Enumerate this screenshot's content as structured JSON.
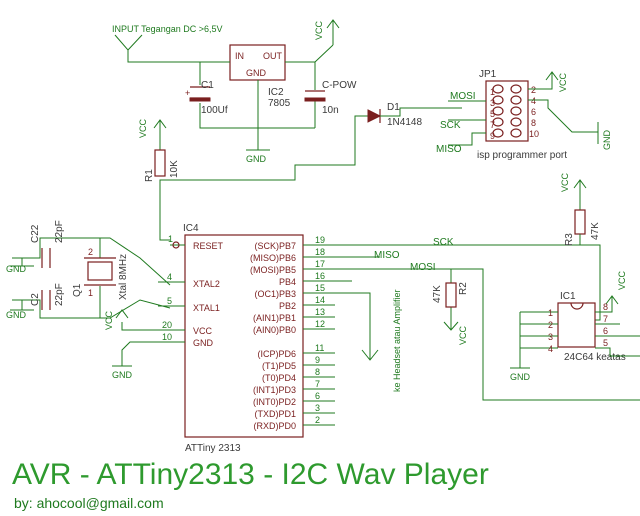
{
  "title": "AVR - ATTiny2313 - I2C Wav Player",
  "byline": "by: ahocool@gmail.com",
  "input_label": "INPUT  Tegangan DC  >6,5V",
  "power": {
    "vcc": "VCC",
    "gnd": "GND"
  },
  "regulator": {
    "name": "IC2",
    "value": "7805",
    "pin_in": "IN",
    "pin_out": "OUT",
    "pin_gnd": "GND"
  },
  "c1": {
    "name": "C1",
    "value": "100Uf"
  },
  "cpow": {
    "name": "C-POW",
    "value": "10n"
  },
  "d1": {
    "name": "D1",
    "value": "1N4148"
  },
  "jp1": {
    "name": "JP1",
    "caption": "isp programmer port",
    "pins_left": [
      "1",
      "3",
      "5",
      "7",
      "9"
    ],
    "pins_right": [
      "2",
      "4",
      "6",
      "8",
      "10"
    ],
    "signals": [
      "MOSI",
      "SCK",
      "MISO"
    ]
  },
  "r1": {
    "name": "R1",
    "value": "10K"
  },
  "r2": {
    "name": "R2",
    "value": "47K"
  },
  "r3": {
    "name": "R3",
    "value": "47K"
  },
  "c22": {
    "name": "C22",
    "value": "22pF"
  },
  "c2": {
    "name": "C2",
    "value": "22pF"
  },
  "q1": {
    "name": "Q1",
    "value": "Xtal 8MHz",
    "pin1": "1",
    "pin2": "2"
  },
  "ic4": {
    "name": "IC4",
    "part": "ATTiny 2313",
    "left_pins": [
      {
        "num": "1",
        "label": "RESET"
      },
      {
        "num": "4",
        "label": "XTAL2"
      },
      {
        "num": "5",
        "label": "XTAL1"
      },
      {
        "num": "20",
        "label": "VCC"
      },
      {
        "num": "10",
        "label": "GND"
      }
    ],
    "right_pins": [
      {
        "num": "19",
        "label": "(SCK)PB7"
      },
      {
        "num": "18",
        "label": "(MISO)PB6"
      },
      {
        "num": "17",
        "label": "(MOSI)PB5"
      },
      {
        "num": "16",
        "label": "PB4"
      },
      {
        "num": "15",
        "label": "(OC1)PB3"
      },
      {
        "num": "14",
        "label": "PB2"
      },
      {
        "num": "13",
        "label": "(AIN1)PB1"
      },
      {
        "num": "12",
        "label": "(AIN0)PB0"
      },
      {
        "num": "11",
        "label": "(ICP)PD6"
      },
      {
        "num": "9",
        "label": "(T1)PD5"
      },
      {
        "num": "8",
        "label": "(T0)PD4"
      },
      {
        "num": "7",
        "label": "(INT1)PD3"
      },
      {
        "num": "6",
        "label": "(INT0)PD2"
      },
      {
        "num": "3",
        "label": "(TXD)PD1"
      },
      {
        "num": "2",
        "label": "(RXD)PD0"
      }
    ]
  },
  "ic1": {
    "name": "IC1",
    "part": "24C64 keatas",
    "pins_left": [
      "1",
      "2",
      "3",
      "4"
    ],
    "pins_right": [
      "8",
      "7",
      "6",
      "5"
    ]
  },
  "net_labels": {
    "sck": "SCK",
    "miso": "MISO",
    "mosi": "MOSI"
  },
  "amp_label": "ke Headset atau Amplifier"
}
